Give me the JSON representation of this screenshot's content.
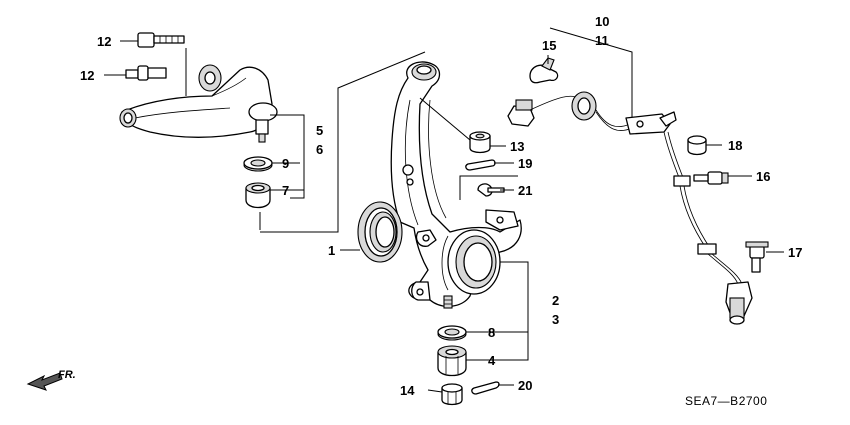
{
  "callouts": {
    "c1": "1",
    "c2": "2",
    "c3": "3",
    "c4": "4",
    "c5": "5",
    "c6": "6",
    "c7": "7",
    "c8": "8",
    "c9": "9",
    "c10": "10",
    "c11": "11",
    "c12a": "12",
    "c12b": "12",
    "c13": "13",
    "c14": "14",
    "c15": "15",
    "c16": "16",
    "c17": "17",
    "c18": "18",
    "c19": "19",
    "c20": "20",
    "c21": "21"
  },
  "direction_label": "FR.",
  "diagram_code": "SEA7—B2700",
  "icons": {
    "front_arrow": "front-direction-arrow-icon"
  }
}
